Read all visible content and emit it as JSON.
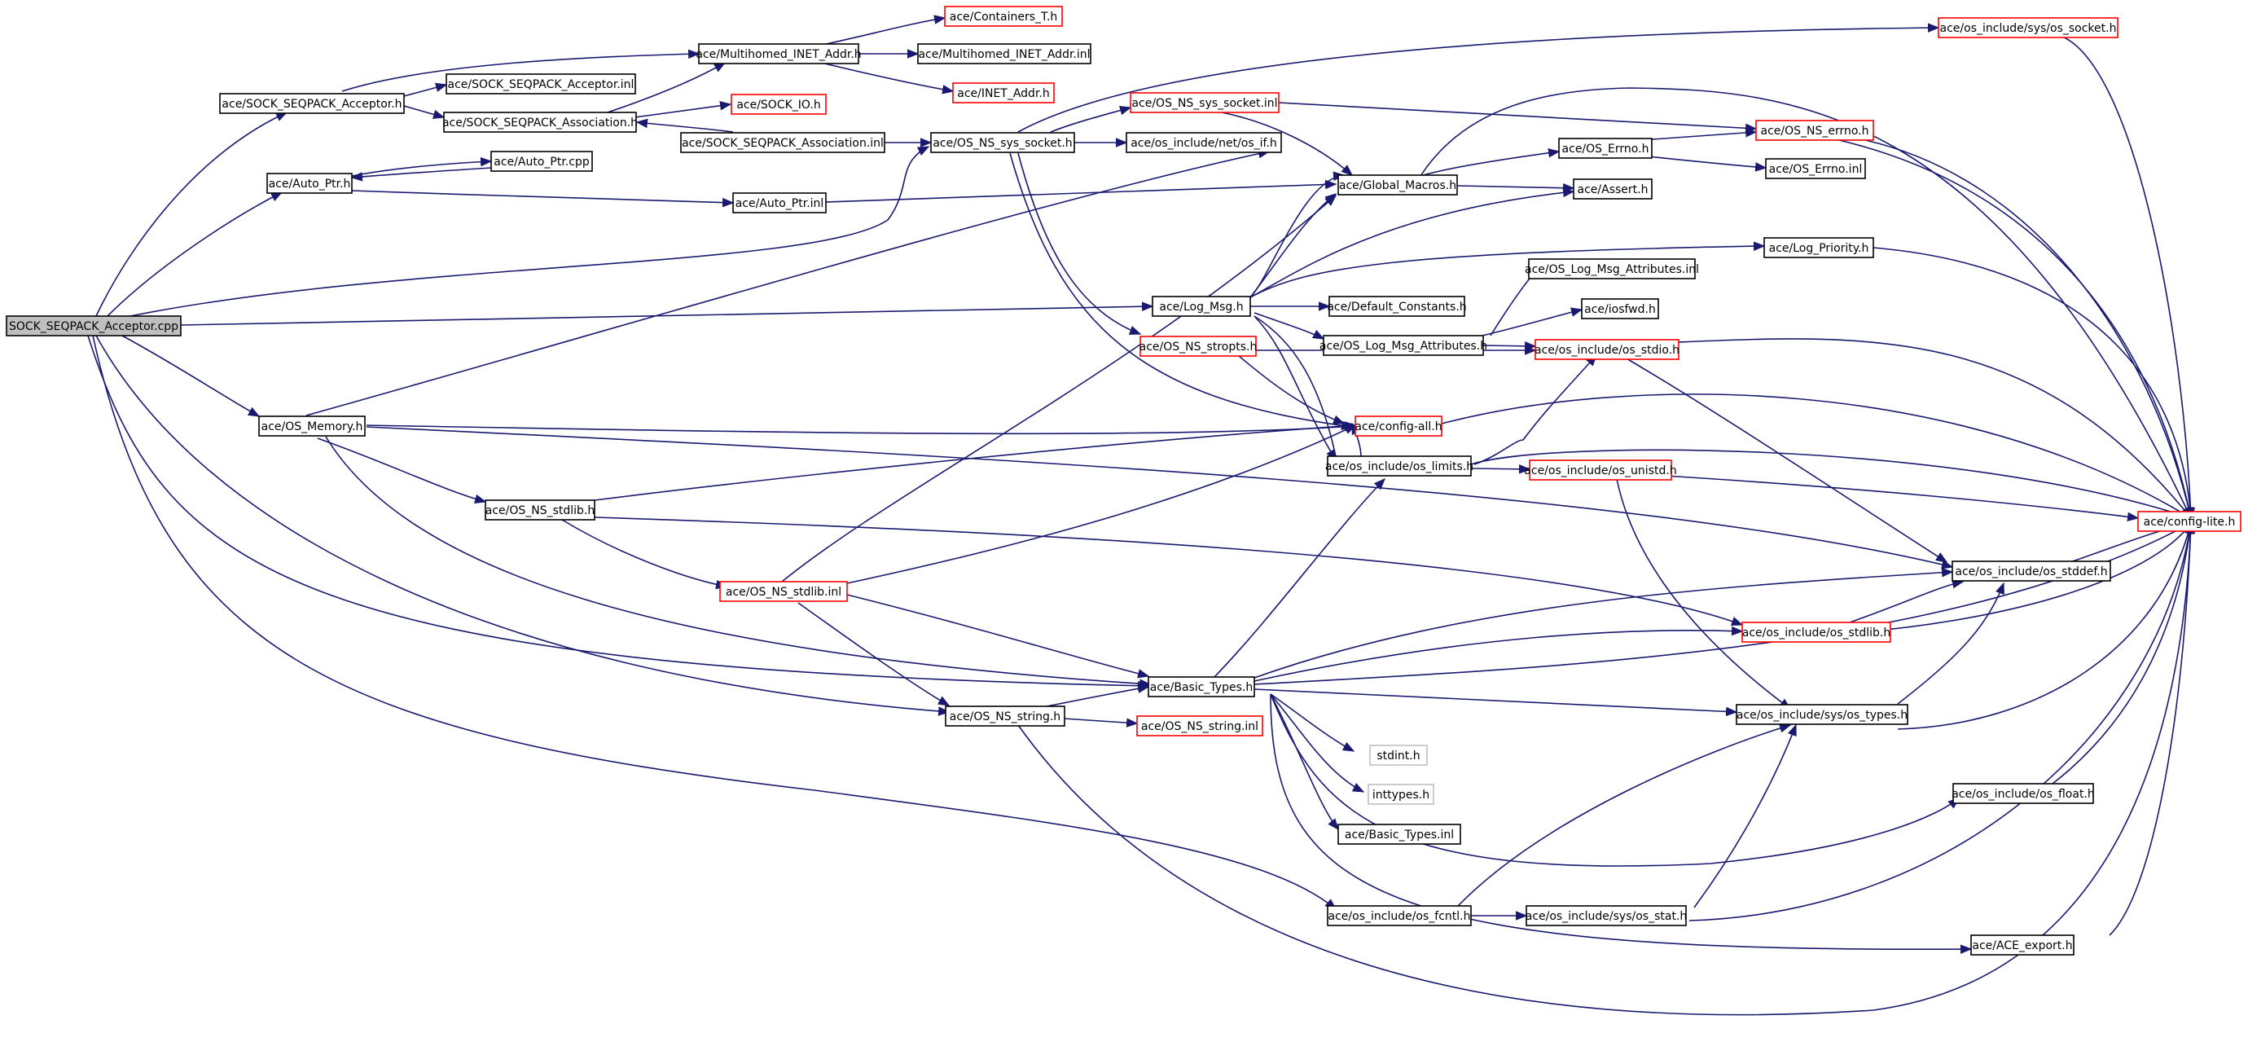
{
  "graph": {
    "colors": {
      "edge": "#191970",
      "box": "#000000",
      "missing": "#ff0000",
      "external": "#bfbfbf",
      "root_fill": "#bfbfbf"
    },
    "nodes": [
      {
        "id": "root",
        "label": "SOCK_SEQPACK_Acceptor.cpp",
        "style": "root"
      },
      {
        "id": "acc_h",
        "label": "ace/SOCK_SEQPACK_Acceptor.h"
      },
      {
        "id": "acc_inl",
        "label": "ace/SOCK_SEQPACK_Acceptor.inl"
      },
      {
        "id": "assoc_h",
        "label": "ace/SOCK_SEQPACK_Association.h"
      },
      {
        "id": "assoc_inl",
        "label": "ace/SOCK_SEQPACK_Association.inl"
      },
      {
        "id": "multi_h",
        "label": "ace/Multihomed_INET_Addr.h"
      },
      {
        "id": "multi_inl",
        "label": "ace/Multihomed_INET_Addr.inl"
      },
      {
        "id": "containers",
        "label": "ace/Containers_T.h",
        "style": "red"
      },
      {
        "id": "inet",
        "label": "ace/INET_Addr.h",
        "style": "red"
      },
      {
        "id": "sockio",
        "label": "ace/SOCK_IO.h",
        "style": "red"
      },
      {
        "id": "autoptr_h",
        "label": "ace/Auto_Ptr.h"
      },
      {
        "id": "autoptr_cpp",
        "label": "ace/Auto_Ptr.cpp"
      },
      {
        "id": "autoptr_inl",
        "label": "ace/Auto_Ptr.inl"
      },
      {
        "id": "sock_h",
        "label": "ace/OS_NS_sys_socket.h"
      },
      {
        "id": "sock_inl",
        "label": "ace/OS_NS_sys_socket.inl",
        "style": "red"
      },
      {
        "id": "net_if",
        "label": "ace/os_include/net/os_if.h"
      },
      {
        "id": "os_socket",
        "label": "ace/os_include/sys/os_socket.h",
        "style": "red"
      },
      {
        "id": "global",
        "label": "ace/Global_Macros.h"
      },
      {
        "id": "errno_h",
        "label": "ace/OS_Errno.h"
      },
      {
        "id": "errno_inl",
        "label": "ace/OS_Errno.inl"
      },
      {
        "id": "ns_errno",
        "label": "ace/OS_NS_errno.h",
        "style": "red"
      },
      {
        "id": "assert",
        "label": "ace/Assert.h"
      },
      {
        "id": "logprio",
        "label": "ace/Log_Priority.h"
      },
      {
        "id": "logmsg",
        "label": "ace/Log_Msg.h"
      },
      {
        "id": "defconst",
        "label": "ace/Default_Constants.h"
      },
      {
        "id": "lmattr_inl",
        "label": "ace/OS_Log_Msg_Attributes.inl"
      },
      {
        "id": "lmattr_h",
        "label": "ace/OS_Log_Msg_Attributes.h"
      },
      {
        "id": "iosfwd",
        "label": "ace/iosfwd.h"
      },
      {
        "id": "stropts",
        "label": "ace/OS_NS_stropts.h",
        "style": "red"
      },
      {
        "id": "os_stdio",
        "label": "ace/os_include/os_stdio.h",
        "style": "red"
      },
      {
        "id": "configall",
        "label": "ace/config-all.h",
        "style": "red"
      },
      {
        "id": "limits",
        "label": "ace/os_include/os_limits.h"
      },
      {
        "id": "unistd",
        "label": "ace/os_include/os_unistd.h",
        "style": "red"
      },
      {
        "id": "configlite",
        "label": "ace/config-lite.h",
        "style": "red"
      },
      {
        "id": "osmem",
        "label": "ace/OS_Memory.h"
      },
      {
        "id": "stdlib_h",
        "label": "ace/OS_NS_stdlib.h"
      },
      {
        "id": "stdlib_inl",
        "label": "ace/OS_NS_stdlib.inl",
        "style": "red"
      },
      {
        "id": "stddef",
        "label": "ace/os_include/os_stddef.h"
      },
      {
        "id": "os_stdlib",
        "label": "ace/os_include/os_stdlib.h",
        "style": "red"
      },
      {
        "id": "basic_h",
        "label": "ace/Basic_Types.h"
      },
      {
        "id": "string_h",
        "label": "ace/OS_NS_string.h"
      },
      {
        "id": "string_inl",
        "label": "ace/OS_NS_string.inl",
        "style": "red"
      },
      {
        "id": "types",
        "label": "ace/os_include/sys/os_types.h"
      },
      {
        "id": "stdint",
        "label": "stdint.h",
        "style": "gray"
      },
      {
        "id": "inttypes",
        "label": "inttypes.h",
        "style": "gray"
      },
      {
        "id": "basic_inl",
        "label": "ace/Basic_Types.inl"
      },
      {
        "id": "osfloat",
        "label": "ace/os_include/os_float.h"
      },
      {
        "id": "fcntl",
        "label": "ace/os_include/os_fcntl.h"
      },
      {
        "id": "stat",
        "label": "ace/os_include/sys/os_stat.h"
      },
      {
        "id": "export",
        "label": "ace/ACE_export.h"
      }
    ]
  }
}
